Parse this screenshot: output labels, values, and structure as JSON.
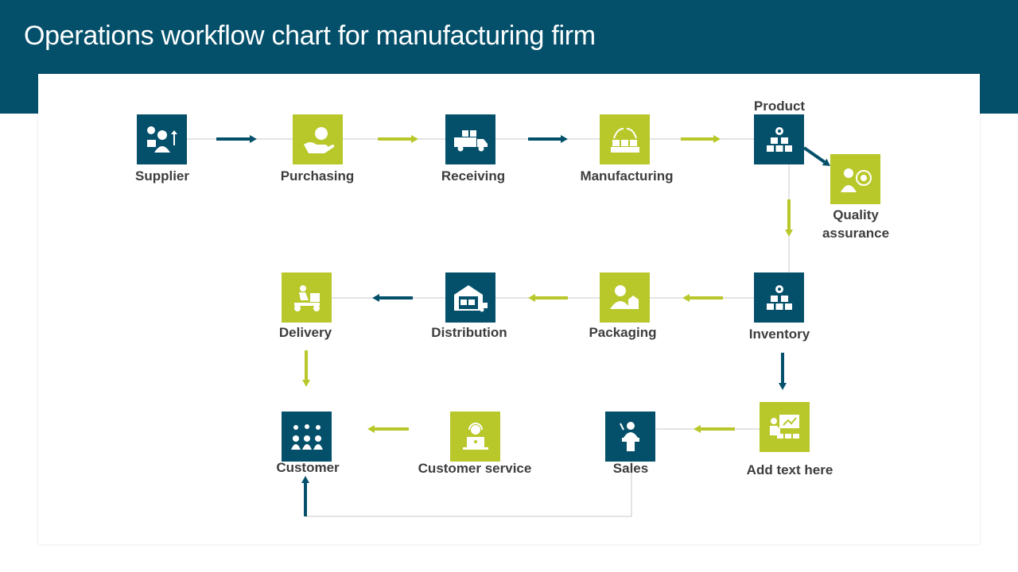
{
  "header": {
    "title": "Operations workflow chart for manufacturing firm"
  },
  "colors": {
    "navy": "#04506b",
    "lime": "#b8c82a",
    "line": "#c9c9c9"
  },
  "nodes": [
    {
      "label": "Supplier",
      "color": "navy",
      "icon": "supplier-icon"
    },
    {
      "label": "Purchasing",
      "color": "lime",
      "icon": "money-hand-icon"
    },
    {
      "label": "Receiving",
      "color": "navy",
      "icon": "truck-icon"
    },
    {
      "label": "Manufacturing",
      "color": "lime",
      "icon": "manufacturing-icon"
    },
    {
      "label": "Product",
      "color": "navy",
      "icon": "product-boxes-icon"
    },
    {
      "label": "Quality assurance",
      "color": "lime",
      "icon": "quality-icon"
    },
    {
      "label": "Inventory",
      "color": "navy",
      "icon": "inventory-boxes-icon"
    },
    {
      "label": "Packaging",
      "color": "lime",
      "icon": "packaging-icon"
    },
    {
      "label": "Distribution",
      "color": "navy",
      "icon": "warehouse-icon"
    },
    {
      "label": "Delivery",
      "color": "lime",
      "icon": "delivery-scooter-icon"
    },
    {
      "label": "Add text here",
      "color": "lime",
      "icon": "presentation-icon"
    },
    {
      "label": "Sales",
      "color": "navy",
      "icon": "speaker-podium-icon"
    },
    {
      "label": "Customer service",
      "color": "lime",
      "icon": "support-agent-icon"
    },
    {
      "label": "Customer",
      "color": "navy",
      "icon": "customers-icon"
    }
  ]
}
